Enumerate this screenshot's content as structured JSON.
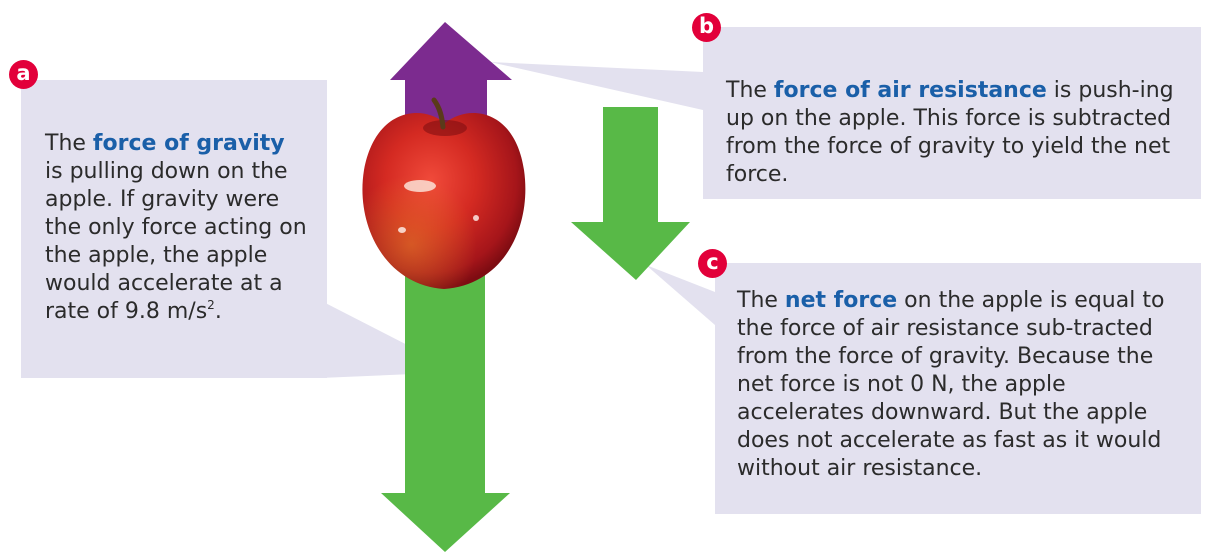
{
  "colors": {
    "gravity_arrow": "#58b947",
    "air_resistance_arrow": "#7c2b8f",
    "net_force_arrow": "#58b947",
    "callout_box": "#e3e1ef",
    "highlight_text": "#1a5fa8",
    "badge": "#e2003a",
    "apple": "#c81e1e"
  },
  "callouts": {
    "a": {
      "badge": "a",
      "pre": "The ",
      "term": "force of gravity",
      "post": " is pulling down on the apple. If gravity were the only force acting on the apple, the apple would accelerate at a rate of 9.8 m/s",
      "sup": "2",
      "end": "."
    },
    "b": {
      "badge": "b",
      "pre": "The ",
      "term": "force of air resistance",
      "post": " is push-ing up on the apple. This force is subtracted from the force of gravity to yield the net force."
    },
    "c": {
      "badge": "c",
      "pre": "The ",
      "term": "net force",
      "post": " on the apple is equal to the force of air resistance sub-tracted from the force of gravity. Because the net force is not 0 N, the apple accelerates downward. But the apple does not accelerate as fast as it would without air resistance."
    }
  }
}
